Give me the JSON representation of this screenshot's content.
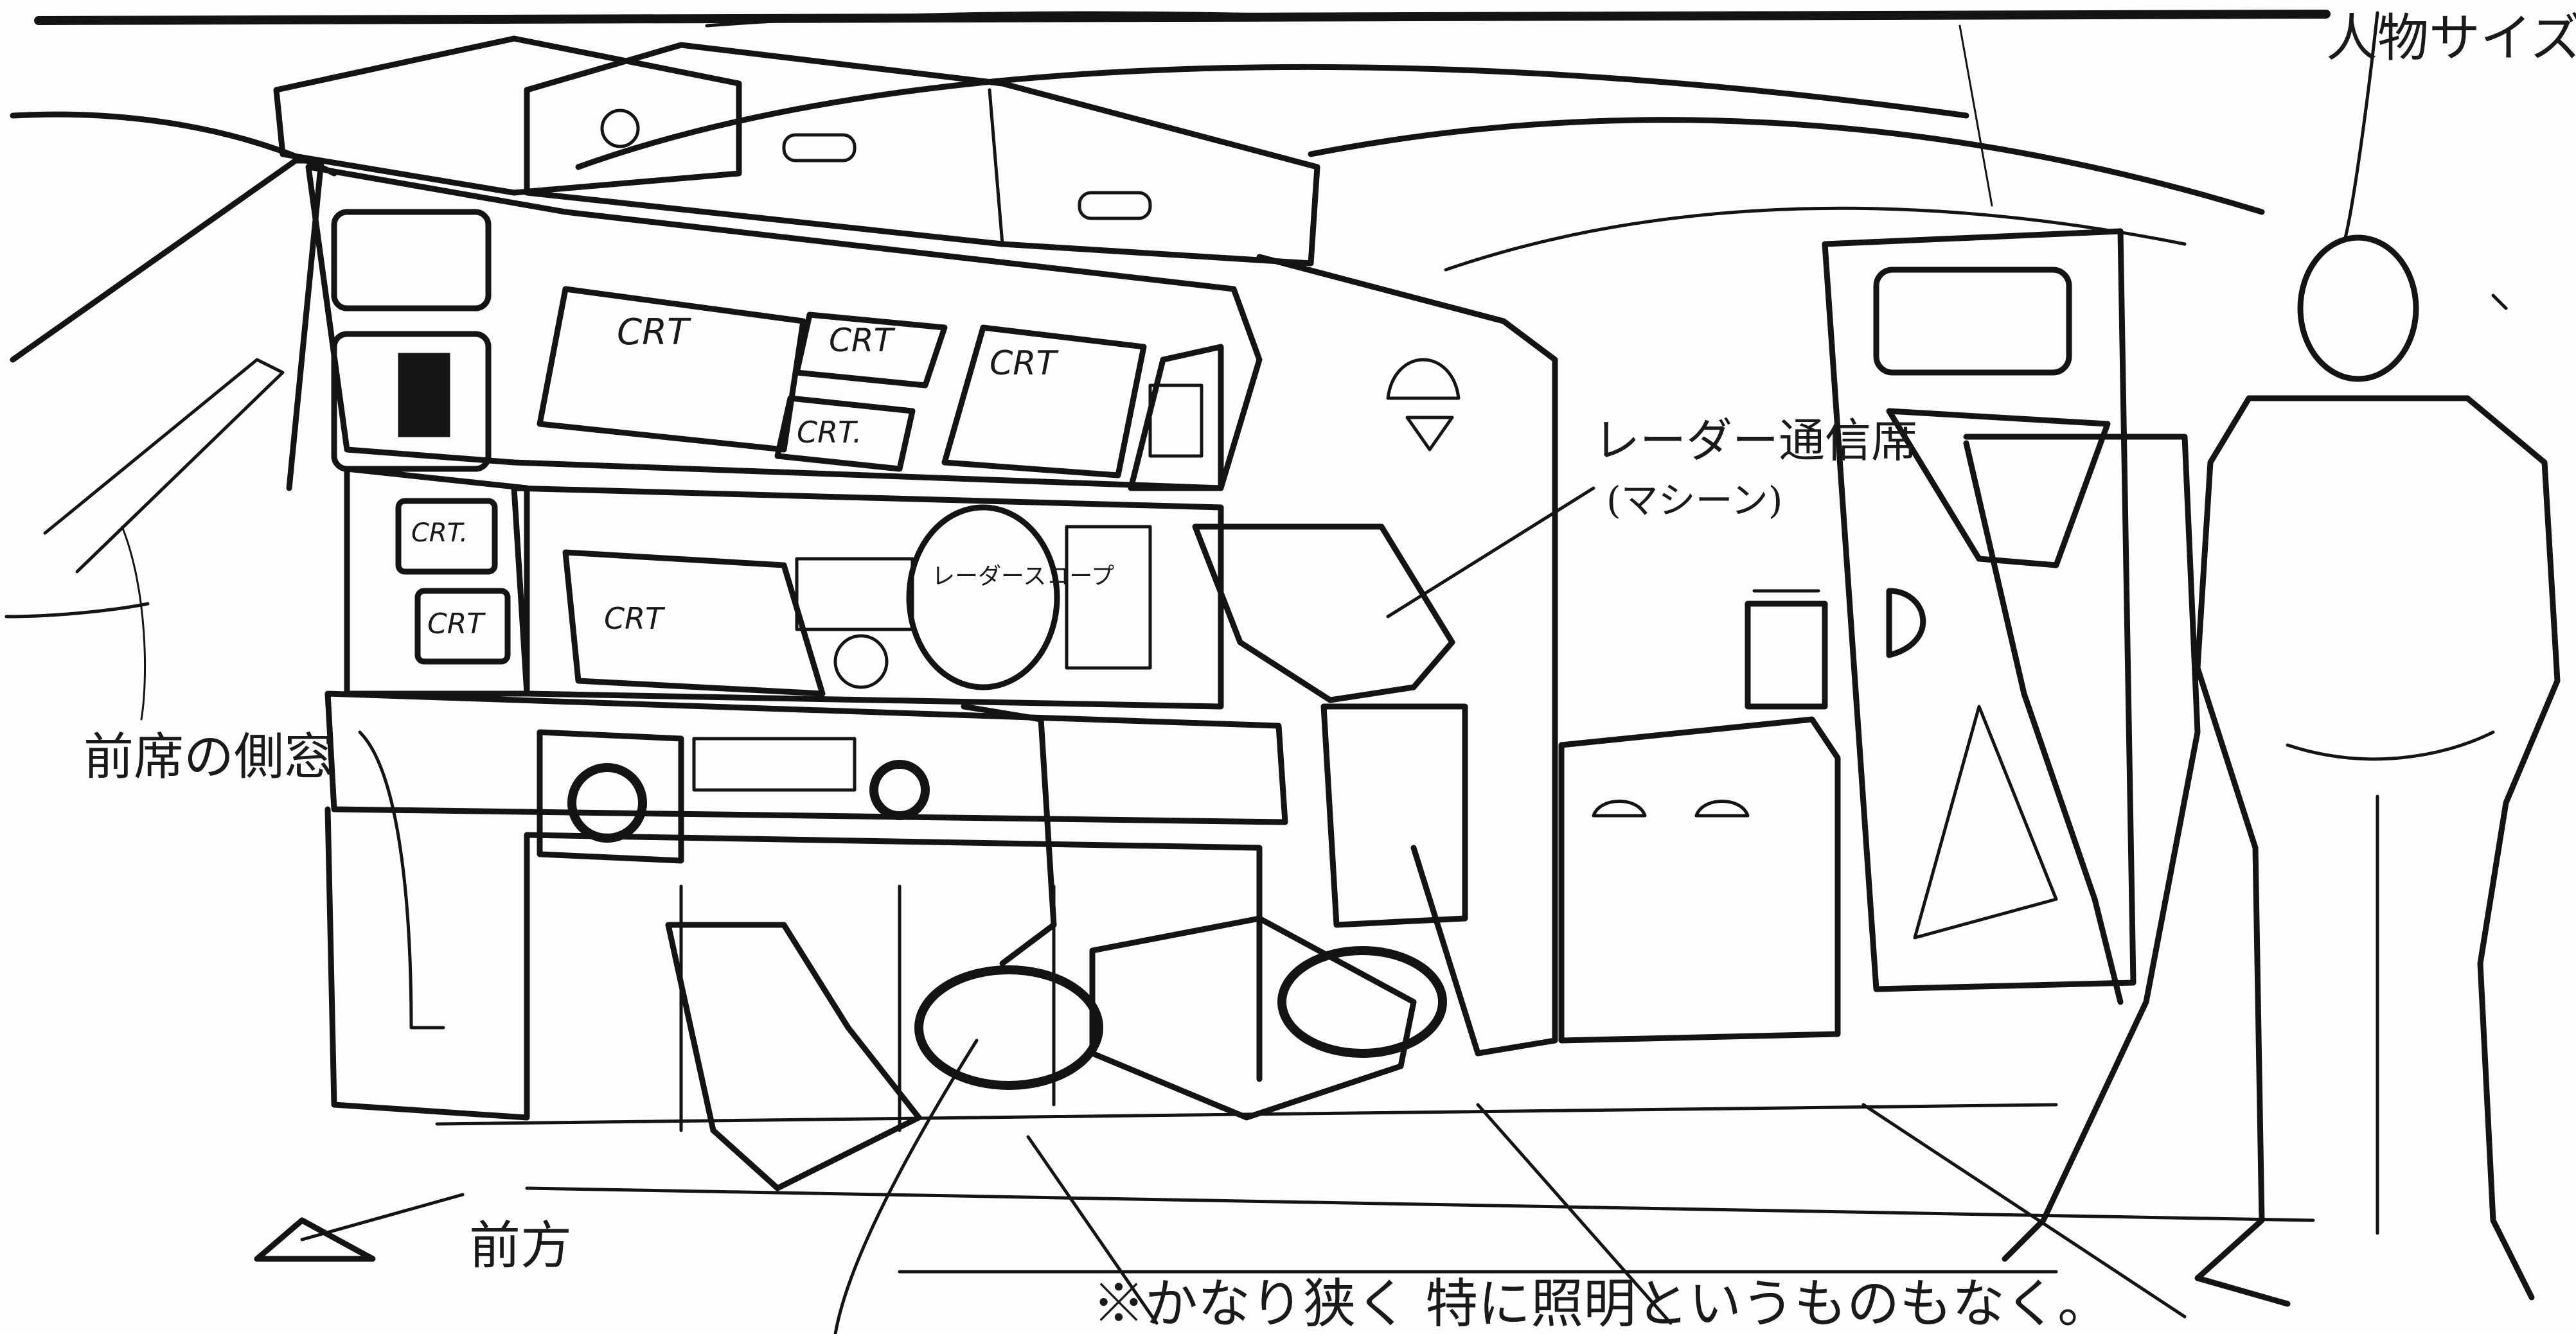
{
  "annotations": {
    "person_size": "人物サイズ",
    "front_side_window": "前席の側窓",
    "radar_console": "レーダー通信席",
    "radar_console_note": "(マシーン)",
    "forward": "前方",
    "radar_scope": "レーダースコープ",
    "bottom_note": "※かなり狭く 特に照明というものもなく。"
  },
  "screen_labels": {
    "crt_top_left": "CRT",
    "crt_top_center": "CRT",
    "crt_top_right": "CRT",
    "crt_small_center": "CRT.",
    "crt_side_upper": "CRT.",
    "crt_side_lower": "CRT",
    "crt_lower_main": "CRT"
  }
}
